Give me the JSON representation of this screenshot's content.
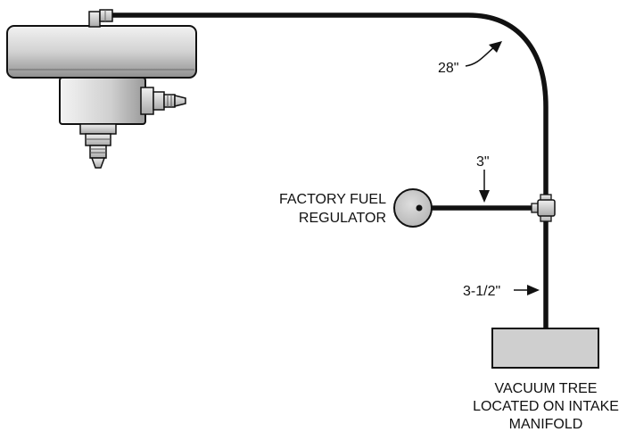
{
  "labels": {
    "hose_top": "28\"",
    "hose_regulator": "3\"",
    "hose_tree": "3-1/2\"",
    "regulator_line1": "FACTORY FUEL",
    "regulator_line2": "REGULATOR",
    "tree_line1": "VACUUM TREE",
    "tree_line2": "LOCATED ON INTAKE",
    "tree_line3": "MANIFOLD"
  },
  "colors": {
    "hose": "#111111",
    "metal_light": "#e6e6e6",
    "metal_mid": "#bdbdbd",
    "metal_dark": "#8c8c8c",
    "box_fill": "#cfcfcf",
    "outline": "#111111"
  }
}
